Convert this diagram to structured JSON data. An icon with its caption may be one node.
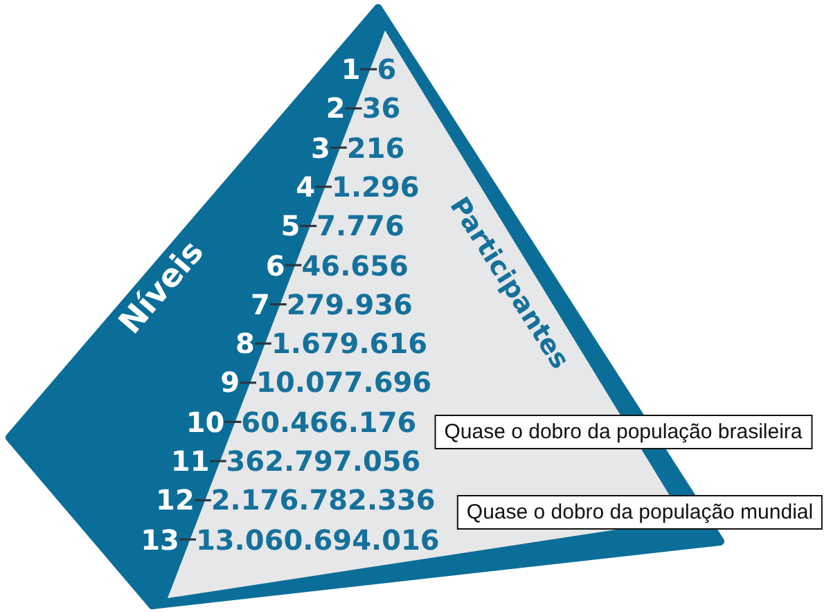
{
  "diagram": {
    "nodes": [
      {
        "text": [
          "Níveis"
        ]
      },
      {
        "text": [
          "Participantes"
        ]
      },
      {
        "text": [
          "1"
        ],
        "in": 0
      },
      {
        "text": [
          "6"
        ],
        "in": 1
      },
      {
        "text": [
          "2"
        ],
        "in": 0
      },
      {
        "text": [
          "36"
        ],
        "in": 1
      },
      {
        "text": [
          "3"
        ],
        "in": 0
      },
      {
        "text": [
          "216"
        ],
        "in": 1
      },
      {
        "text": [
          "4"
        ],
        "in": 0
      },
      {
        "text": [
          "1.296"
        ],
        "in": 1
      },
      {
        "text": [
          "5"
        ],
        "in": 0
      },
      {
        "text": [
          "7.776"
        ],
        "in": 1
      },
      {
        "text": [
          "6"
        ],
        "in": 0
      },
      {
        "text": [
          "46.656"
        ],
        "in": 1
      },
      {
        "text": [
          "7"
        ],
        "in": 0
      },
      {
        "text": [
          "279.936"
        ],
        "in": 1
      },
      {
        "text": [
          "8"
        ],
        "in": 0
      },
      {
        "text": [
          "1.679.616"
        ],
        "in": 1
      },
      {
        "text": [
          "9"
        ],
        "in": 0
      },
      {
        "text": [
          "10.077.696"
        ],
        "in": 1
      },
      {
        "text": [
          "10"
        ],
        "in": 0
      },
      {
        "text": [
          "60.466.176"
        ],
        "in": 1
      },
      {
        "text": [
          "11"
        ],
        "in": 0
      },
      {
        "text": [
          "362.797.056"
        ],
        "in": 1
      },
      {
        "text": [
          "12"
        ],
        "in": 0
      },
      {
        "text": [
          "2.176.782.336"
        ],
        "in": 1
      },
      {
        "text": [
          "13"
        ],
        "in": 0
      },
      {
        "text": [
          "13.060.694.016"
        ],
        "in": 1
      },
      {
        "text": [
          "Quase o dobro da população brasileira"
        ]
      },
      {
        "text": [
          "Quase o dobro da população mundial"
        ]
      }
    ],
    "edges": [
      {
        "from": 2,
        "to": 3,
        "arrow": "none"
      },
      {
        "from": 4,
        "to": 5,
        "arrow": "none"
      },
      {
        "from": 6,
        "to": 7,
        "arrow": "none"
      },
      {
        "from": 8,
        "to": 9,
        "arrow": "none"
      },
      {
        "from": 10,
        "to": 11,
        "arrow": "none"
      },
      {
        "from": 12,
        "to": 13,
        "arrow": "none"
      },
      {
        "from": 14,
        "to": 15,
        "arrow": "none"
      },
      {
        "from": 16,
        "to": 17,
        "arrow": "none"
      },
      {
        "from": 18,
        "to": 19,
        "arrow": "none"
      },
      {
        "from": 20,
        "to": 21,
        "arrow": "none"
      },
      {
        "from": 22,
        "to": 23,
        "arrow": "none"
      },
      {
        "from": 24,
        "to": 25,
        "arrow": "none"
      },
      {
        "from": 26,
        "to": 27,
        "arrow": "none"
      }
    ]
  }
}
